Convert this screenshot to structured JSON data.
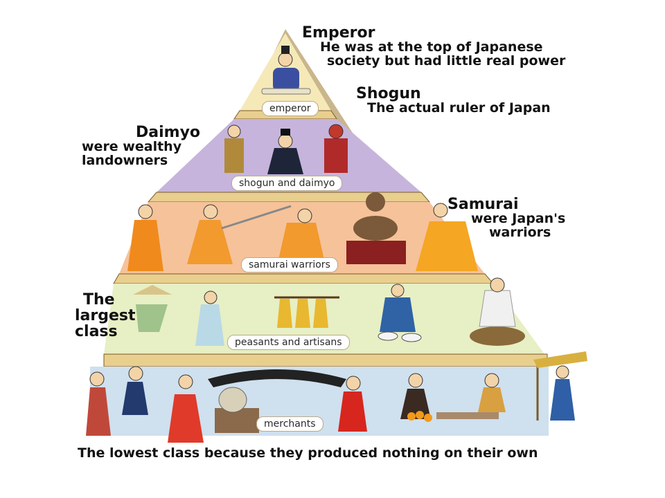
{
  "tiers": [
    {
      "label": "emperor",
      "color": "#f6e9b8"
    },
    {
      "label": "shogun and daimyo",
      "color": "#c6b4dc"
    },
    {
      "label": "samurai warriors",
      "color": "#f6c29a"
    },
    {
      "label": "peasants and artisans",
      "color": "#e7efc4"
    },
    {
      "label": "merchants",
      "color": "#cfe0ee"
    }
  ],
  "annotations": {
    "emperor": {
      "title": "Emperor",
      "line1": "He was at the top of Japanese",
      "line2": "society but had little real power"
    },
    "shogun": {
      "title": "Shogun",
      "line1": "The actual ruler of Japan"
    },
    "daimyo": {
      "title": "Daimyo",
      "line1": "were wealthy",
      "line2": "landowners"
    },
    "samurai": {
      "title": "Samurai",
      "line1": "were Japan's",
      "line2": "warriors"
    },
    "peasants": {
      "line1": "The",
      "line2": "largest",
      "line3": "class"
    },
    "merchants": {
      "line1": "The lowest class because they produced nothing on their own"
    }
  },
  "colors": {
    "band_wood": "#e9cf8e",
    "frame_dark": "#7a5a2a"
  }
}
